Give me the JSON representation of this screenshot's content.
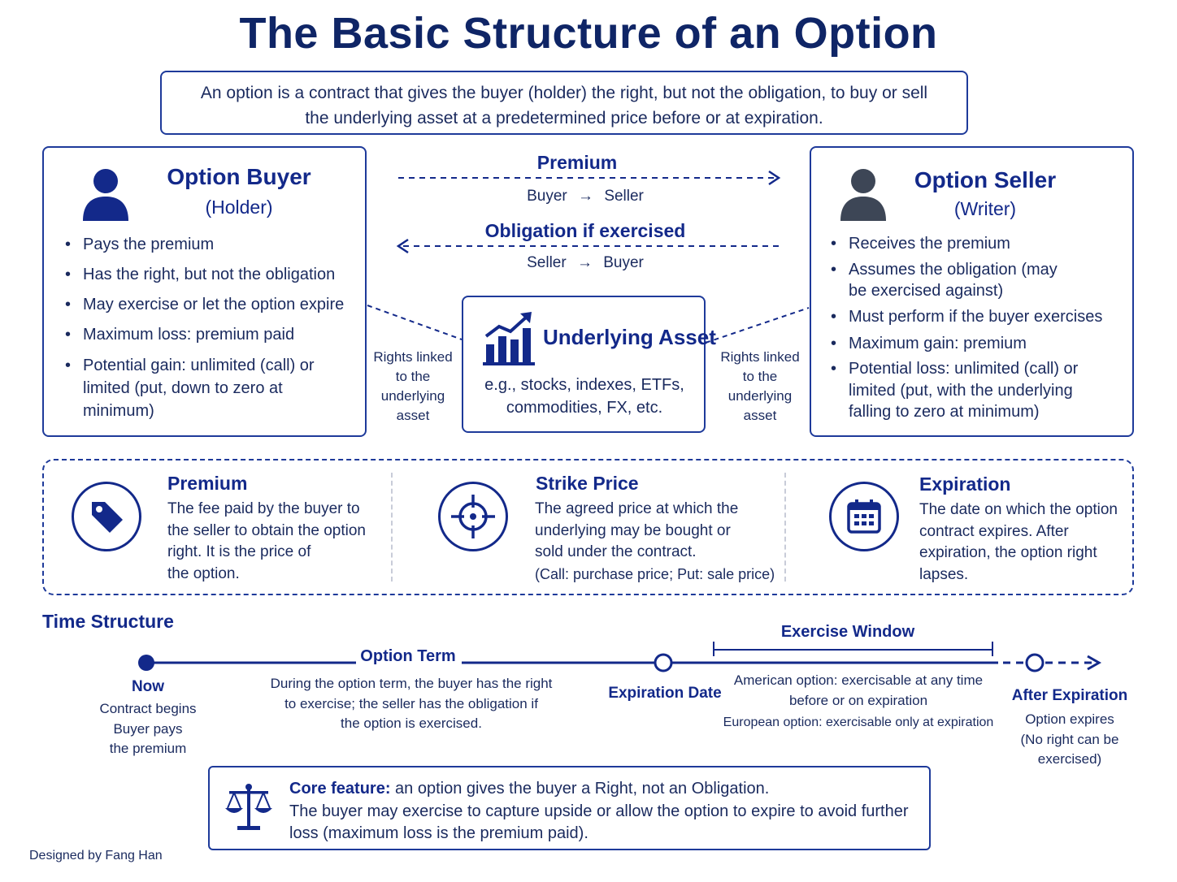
{
  "title": "The Basic Structure of an Option",
  "definition": {
    "line1": "An option is a contract that gives the buyer (holder) the right, but not the obligation, to buy or sell",
    "line2": "the underlying asset at a predetermined price before or at expiration."
  },
  "buyer": {
    "title": "Option Buyer",
    "subtitle": "(Holder)",
    "bullets": [
      "Pays the premium",
      "Has the right, but not the obligation",
      "May exercise or let the option expire",
      "Maximum loss: premium paid",
      "Potential gain: unlimited (call) or limited (put, down to zero at minimum)"
    ],
    "icon": "person-icon"
  },
  "seller": {
    "title": "Option Seller",
    "subtitle": "(Writer)",
    "bullets": [
      "Receives the premium",
      "Assumes the obligation (may be exercised against)",
      "Must perform if the buyer exercises",
      "Maximum gain: premium",
      "Potential loss: unlimited (call) or limited (put, with the underlying falling to zero at minimum)"
    ],
    "icon": "person-icon"
  },
  "flows": {
    "premium": {
      "label": "Premium",
      "from": "Buyer",
      "arrow": "→",
      "to": "Seller"
    },
    "obligation": {
      "label": "Obligation if exercised",
      "from": "Seller",
      "arrow": "→",
      "to": "Buyer"
    }
  },
  "underlying": {
    "title": "Underlying Asset",
    "line1": "e.g., stocks, indexes, ETFs,",
    "line2": "commodities, FX, etc.",
    "icon": "bar-chart-growth-icon"
  },
  "rights_link": {
    "left": [
      "Rights linked",
      "to the",
      "underlying",
      "asset"
    ],
    "right": [
      "Rights linked",
      "to the",
      "underlying",
      "asset"
    ]
  },
  "concepts": [
    {
      "title": "Premium",
      "lines": [
        "The fee paid by the buyer to",
        "the seller to obtain the option",
        "right. It is the price of",
        "the option."
      ],
      "icon": "price-tag-icon"
    },
    {
      "title": "Strike Price",
      "lines": [
        "The agreed price at which the",
        "underlying may be bought or",
        "sold under the contract.",
        "(Call: purchase price; Put: sale price)"
      ],
      "icon": "crosshair-target-icon"
    },
    {
      "title": "Expiration",
      "lines": [
        "The date on which the option",
        "contract expires. After",
        "expiration, the option right",
        "lapses."
      ],
      "icon": "calendar-icon"
    }
  ],
  "time_structure": {
    "title": "Time Structure",
    "option_term": "Option Term",
    "exercise_window": "Exercise Window",
    "now": {
      "label": "Now",
      "lines": [
        "Contract begins",
        "Buyer pays",
        "the premium"
      ]
    },
    "term_text": [
      "During the option term, the buyer has the right",
      "to exercise; the seller has the obligation if",
      "the option is exercised."
    ],
    "expiration": {
      "label": "Expiration Date"
    },
    "window_text": {
      "american": [
        "American option: exercisable at any time",
        "before or on expiration"
      ],
      "european": "European option: exercisable only at expiration"
    },
    "after": {
      "label": "After Expiration",
      "lines": [
        "Option expires",
        "(No right can be",
        "exercised)"
      ]
    }
  },
  "core": {
    "bold": "Core feature:",
    "line1": " an option gives the buyer a Right, not an Obligation.",
    "line2": "The buyer may exercise to capture upside or allow the option to expire to avoid further",
    "line3": "loss (maximum loss is the premium paid).",
    "icon": "scales-icon"
  },
  "designer": "Designed by Fang Han",
  "colors": {
    "navy": "#13298a",
    "dark": "#1a2a5e",
    "seller_icon": "#3d4656"
  }
}
